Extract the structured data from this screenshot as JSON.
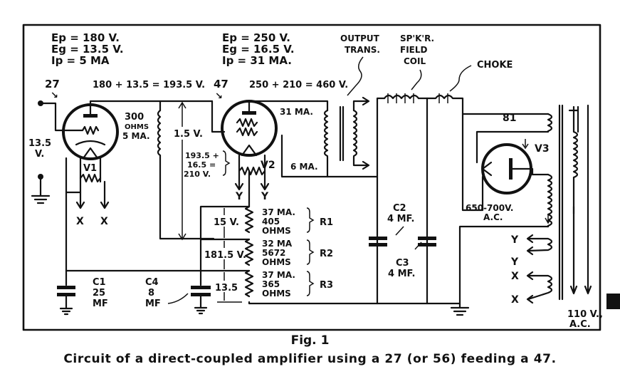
{
  "figure": {
    "label": "Fig. 1",
    "caption": "Circuit of a direct-coupled amplifier using a 27 (or 56) feeding a 47."
  },
  "tube1": {
    "type": "27",
    "designator": "V1",
    "ratings": [
      "Ep = 180 V.",
      "Eg = 13.5 V.",
      "Ip = 5 MA"
    ],
    "bias_label": [
      "13.5",
      "V."
    ],
    "heater_leads": [
      "X",
      "X"
    ]
  },
  "tube2": {
    "type": "47",
    "designator": "V2",
    "ratings": [
      "Ep = 250 V.",
      "Eg = 16.5 V.",
      "Ip = 31 MA."
    ],
    "plate_current": "31 MA.",
    "screen_current": "6 MA.",
    "grid_sum_label": [
      "193.5 +",
      "16.5 =",
      "210 V."
    ],
    "heater_leads": [
      "Y",
      "Y"
    ]
  },
  "rectifier": {
    "type": "81",
    "designator": "V3",
    "hv_label": [
      "650-700V.",
      "A.C."
    ],
    "winding_leads": [
      "Y",
      "Y",
      "X",
      "X"
    ],
    "mains_label": [
      "110 V.,",
      "A.C."
    ]
  },
  "annotations": {
    "stage1_sum": "180 + 13.5 = 193.5 V.",
    "stage2_sum": "250 + 210 = 460 V.",
    "coupling_resistor": [
      "300",
      "OHMS",
      "5 MA."
    ],
    "coupling_drop": "1.5 V.",
    "output_transformer": [
      "OUTPUT",
      "TRANS."
    ],
    "speaker_field": [
      "SP'K'R.",
      "FIELD",
      "COIL"
    ],
    "choke": "CHOKE"
  },
  "voltage_divider": [
    {
      "name": "R1",
      "drop": "15 V.",
      "current": "37 MA.",
      "value": "405",
      "unit": "OHMS"
    },
    {
      "name": "R2",
      "drop": "181.5 V.",
      "current": "32 MA",
      "value": "5672",
      "unit": "OHMS"
    },
    {
      "name": "R3",
      "drop": "13.5",
      "current": "37 MA.",
      "value": "365",
      "unit": "OHMS"
    }
  ],
  "capacitors": [
    {
      "name": "C1",
      "value": "25",
      "unit": "MF"
    },
    {
      "name": "C2",
      "value": "4 MF."
    },
    {
      "name": "C3",
      "value": "4 MF."
    },
    {
      "name": "C4",
      "value": "8",
      "unit": "MF"
    }
  ]
}
